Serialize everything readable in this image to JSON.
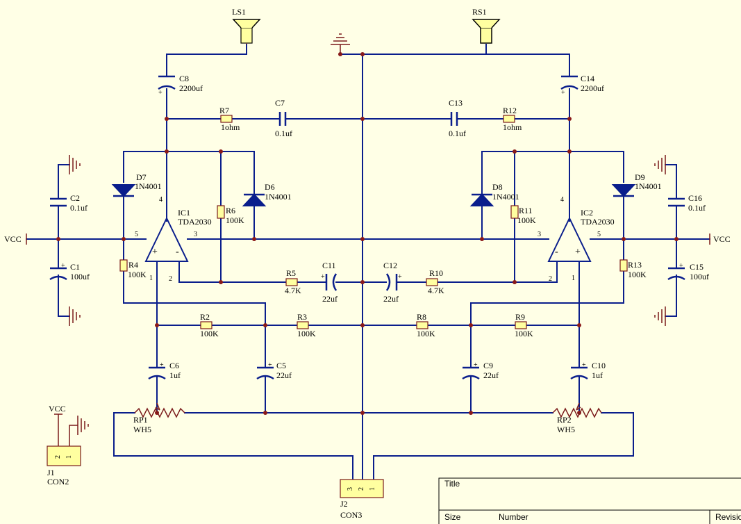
{
  "speakers": {
    "left": "LS1",
    "right": "RS1"
  },
  "nets": {
    "vcc_left": "VCC",
    "vcc_right": "VCC",
    "vcc_j1": "VCC"
  },
  "ics": [
    {
      "ref": "IC1",
      "part": "TDA2030",
      "pins": [
        "4",
        "5",
        "3",
        "1",
        "2"
      ]
    },
    {
      "ref": "IC2",
      "part": "TDA2030",
      "pins": [
        "4",
        "5",
        "3",
        "1",
        "2"
      ]
    }
  ],
  "capacitors": [
    {
      "ref": "C8",
      "value": "2200uf"
    },
    {
      "ref": "C14",
      "value": "2200uf"
    },
    {
      "ref": "C7",
      "value": "0.1uf"
    },
    {
      "ref": "C13",
      "value": "0.1uf"
    },
    {
      "ref": "C2",
      "value": "0.1uf"
    },
    {
      "ref": "C16",
      "value": "0.1uf"
    },
    {
      "ref": "C1",
      "value": "100uf"
    },
    {
      "ref": "C15",
      "value": "100uf"
    },
    {
      "ref": "C11",
      "value": "22uf"
    },
    {
      "ref": "C12",
      "value": "22uf"
    },
    {
      "ref": "C6",
      "value": "1uf"
    },
    {
      "ref": "C5",
      "value": "22uf"
    },
    {
      "ref": "C9",
      "value": "22uf"
    },
    {
      "ref": "C10",
      "value": "1uf"
    }
  ],
  "resistors": [
    {
      "ref": "R7",
      "value": "1ohm"
    },
    {
      "ref": "R12",
      "value": "1ohm"
    },
    {
      "ref": "R6",
      "value": "100K"
    },
    {
      "ref": "R11",
      "value": "100K"
    },
    {
      "ref": "R4",
      "value": "100K"
    },
    {
      "ref": "R13",
      "value": "100K"
    },
    {
      "ref": "R5",
      "value": "4.7K"
    },
    {
      "ref": "R10",
      "value": "4.7K"
    },
    {
      "ref": "R2",
      "value": "100K"
    },
    {
      "ref": "R3",
      "value": "100K"
    },
    {
      "ref": "R8",
      "value": "100K"
    },
    {
      "ref": "R9",
      "value": "100K"
    }
  ],
  "diodes": [
    {
      "ref": "D7",
      "part": "1N4001"
    },
    {
      "ref": "D6",
      "part": "1N4001"
    },
    {
      "ref": "D8",
      "part": "1N4001"
    },
    {
      "ref": "D9",
      "part": "1N4001"
    }
  ],
  "pots": [
    {
      "ref": "RP1",
      "part": "WH5"
    },
    {
      "ref": "RP2",
      "part": "WH5"
    }
  ],
  "connectors": [
    {
      "ref": "J1",
      "part": "CON2",
      "pins": [
        "2",
        "1"
      ]
    },
    {
      "ref": "J2",
      "part": "CON3",
      "pins": [
        "3",
        "2",
        "1"
      ]
    }
  ],
  "title_block": {
    "title": "Title",
    "size": "Size",
    "number": "Number",
    "revision": "Revisio"
  }
}
